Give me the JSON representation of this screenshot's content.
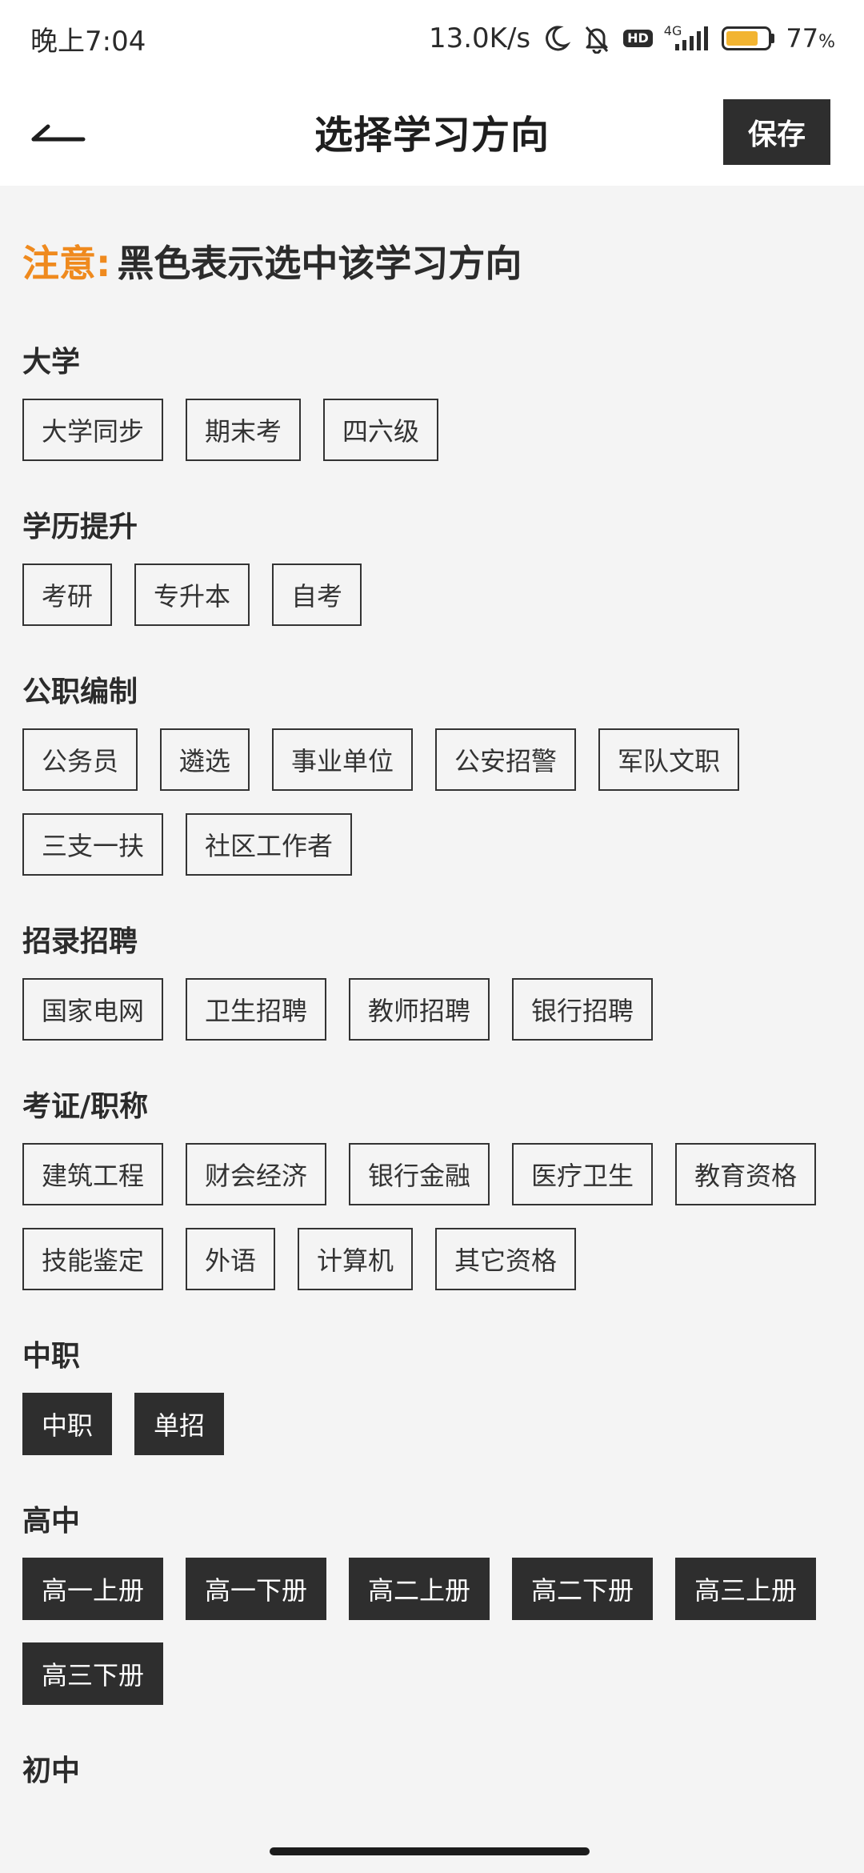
{
  "status_bar": {
    "time": "晚上7:04",
    "net_speed": "13.0K/s",
    "hd": "HD",
    "net_type": "4G",
    "battery_percent": "77",
    "battery_unit": "%",
    "battery_level": 0.77
  },
  "header": {
    "title": "选择学习方向",
    "save_label": "保存"
  },
  "notice": {
    "label": "注意:",
    "text": "黑色表示选中该学习方向"
  },
  "colors": {
    "accent": "#ef8a1e",
    "selected_bg": "#2e2e2e",
    "battery": "#f2b431"
  },
  "sections": [
    {
      "title": "大学",
      "tags": [
        {
          "label": "大学同步",
          "selected": false
        },
        {
          "label": "期末考",
          "selected": false
        },
        {
          "label": "四六级",
          "selected": false
        }
      ]
    },
    {
      "title": "学历提升",
      "tags": [
        {
          "label": "考研",
          "selected": false
        },
        {
          "label": "专升本",
          "selected": false
        },
        {
          "label": "自考",
          "selected": false
        }
      ]
    },
    {
      "title": "公职编制",
      "tags": [
        {
          "label": "公务员",
          "selected": false
        },
        {
          "label": "遴选",
          "selected": false
        },
        {
          "label": "事业单位",
          "selected": false
        },
        {
          "label": "公安招警",
          "selected": false
        },
        {
          "label": "军队文职",
          "selected": false
        },
        {
          "label": "三支一扶",
          "selected": false
        },
        {
          "label": "社区工作者",
          "selected": false
        }
      ]
    },
    {
      "title": "招录招聘",
      "tags": [
        {
          "label": "国家电网",
          "selected": false
        },
        {
          "label": "卫生招聘",
          "selected": false
        },
        {
          "label": "教师招聘",
          "selected": false
        },
        {
          "label": "银行招聘",
          "selected": false
        }
      ]
    },
    {
      "title": "考证/职称",
      "tags": [
        {
          "label": "建筑工程",
          "selected": false
        },
        {
          "label": "财会经济",
          "selected": false
        },
        {
          "label": "银行金融",
          "selected": false
        },
        {
          "label": "医疗卫生",
          "selected": false
        },
        {
          "label": "教育资格",
          "selected": false
        },
        {
          "label": "技能鉴定",
          "selected": false
        },
        {
          "label": "外语",
          "selected": false
        },
        {
          "label": "计算机",
          "selected": false
        },
        {
          "label": "其它资格",
          "selected": false
        }
      ]
    },
    {
      "title": "中职",
      "tags": [
        {
          "label": "中职",
          "selected": true
        },
        {
          "label": "单招",
          "selected": true
        }
      ]
    },
    {
      "title": "高中",
      "tags": [
        {
          "label": "高一上册",
          "selected": true
        },
        {
          "label": "高一下册",
          "selected": true
        },
        {
          "label": "高二上册",
          "selected": true
        },
        {
          "label": "高二下册",
          "selected": true
        },
        {
          "label": "高三上册",
          "selected": true
        },
        {
          "label": "高三下册",
          "selected": true
        }
      ]
    },
    {
      "title": "初中",
      "tags": []
    }
  ]
}
